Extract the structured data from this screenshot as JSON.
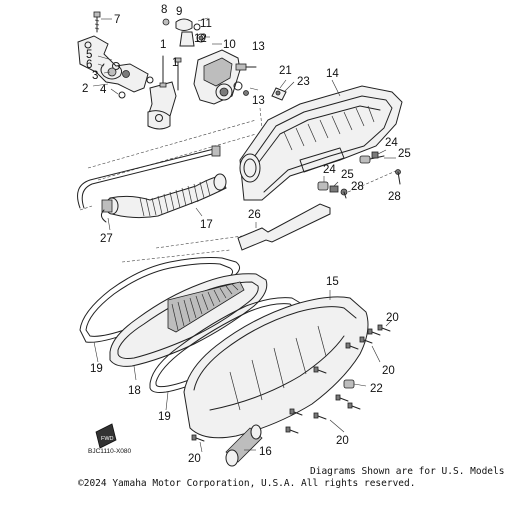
{
  "diagram": {
    "reference_code": "BJC1110-X080",
    "fwd_marker": "FWD",
    "callouts": [
      {
        "id": "c7",
        "label": "7"
      },
      {
        "id": "c8",
        "label": "8"
      },
      {
        "id": "c9",
        "label": "9"
      },
      {
        "id": "c11",
        "label": "11"
      },
      {
        "id": "c12",
        "label": "12"
      },
      {
        "id": "c10",
        "label": "10"
      },
      {
        "id": "c5",
        "label": "5"
      },
      {
        "id": "c6",
        "label": "6"
      },
      {
        "id": "c3",
        "label": "3"
      },
      {
        "id": "c2",
        "label": "2"
      },
      {
        "id": "c4",
        "label": "4"
      },
      {
        "id": "c1a",
        "label": "1"
      },
      {
        "id": "c1b",
        "label": "1"
      },
      {
        "id": "c13a",
        "label": "13"
      },
      {
        "id": "c13b",
        "label": "13"
      },
      {
        "id": "c21",
        "label": "21"
      },
      {
        "id": "c23",
        "label": "23"
      },
      {
        "id": "c14",
        "label": "14"
      },
      {
        "id": "c24a",
        "label": "24"
      },
      {
        "id": "c25a",
        "label": "25"
      },
      {
        "id": "c24b",
        "label": "24"
      },
      {
        "id": "c25b",
        "label": "25"
      },
      {
        "id": "c28a",
        "label": "28"
      },
      {
        "id": "c28b",
        "label": "28"
      },
      {
        "id": "c26",
        "label": "26"
      },
      {
        "id": "c17",
        "label": "17"
      },
      {
        "id": "c27",
        "label": "27"
      },
      {
        "id": "c15",
        "label": "15"
      },
      {
        "id": "c20a",
        "label": "20"
      },
      {
        "id": "c20b",
        "label": "20"
      },
      {
        "id": "c22",
        "label": "22"
      },
      {
        "id": "c20c",
        "label": "20"
      },
      {
        "id": "c20d",
        "label": "20"
      },
      {
        "id": "c16",
        "label": "16"
      },
      {
        "id": "c19a",
        "label": "19"
      },
      {
        "id": "c18",
        "label": "18"
      },
      {
        "id": "c19b",
        "label": "19"
      }
    ]
  },
  "footer": {
    "disclaimer": "Diagrams Shown are for U.S. Models",
    "copyright": "©2024 Yamaha Motor Corporation, U.S.A. All rights reserved."
  }
}
